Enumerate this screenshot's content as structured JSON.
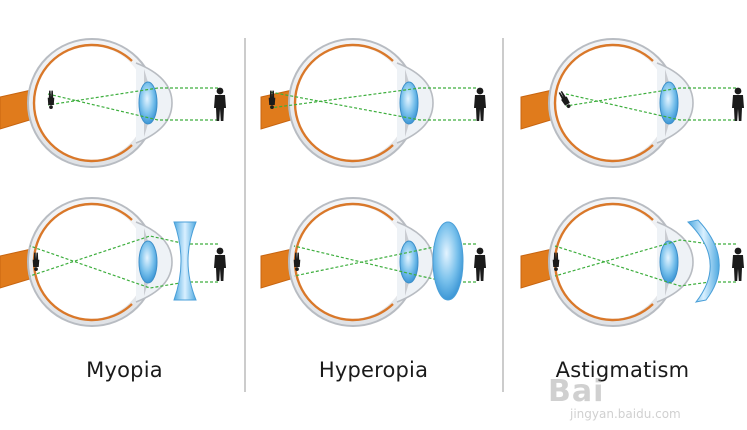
{
  "captions": [
    "Myopia",
    "Hyperopia",
    "Astigmatism"
  ],
  "watermark": {
    "logo": "Bai",
    "url": "jingyan.baidu.com"
  },
  "colors": {
    "optic_nerve": "#e07b1c",
    "sclera_outline": "#b8bcc2",
    "choroid": "#d9782a",
    "lens": "#5fb1e6",
    "light_ray": "#3dae3d",
    "corrective_lens": "#8ccbf0",
    "divider": "#999999",
    "silhouette": "#1b1b1b"
  },
  "panels": [
    {
      "name": "myopia",
      "lens": "concave"
    },
    {
      "name": "hyperopia",
      "lens": "convex"
    },
    {
      "name": "astigmatism",
      "lens": "cylindrical"
    }
  ]
}
